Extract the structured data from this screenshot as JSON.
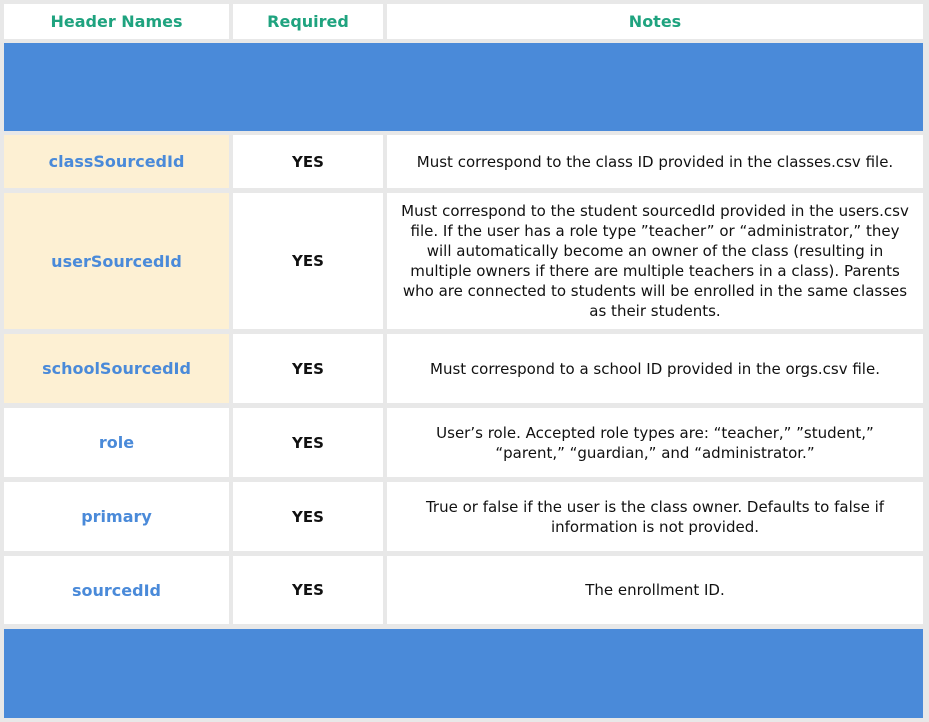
{
  "header": {
    "col_name": "Header Names",
    "col_required": "Required",
    "col_notes": "Notes"
  },
  "rows": [
    {
      "name": "classSourcedId",
      "required": "YES",
      "notes": "Must correspond to the class ID provided in the classes.csv file."
    },
    {
      "name": "userSourcedId",
      "required": "YES",
      "notes": "Must correspond to the student sourcedId provided in the users.csv file. If the user has a role type ”teacher” or “administrator,” they will automatically become an owner of the class (resulting in multiple owners if there are multiple teachers in a class). Parents who are connected to students will be enrolled in the same classes as their students."
    },
    {
      "name": "schoolSourcedId",
      "required": "YES",
      "notes": "Must correspond to a school ID provided in the orgs.csv file."
    },
    {
      "name": "role",
      "required": "YES",
      "notes": "User’s role. Accepted role types are: “teacher,” ”student,” “parent,” “guardian,” and “administrator.”"
    },
    {
      "name": "primary",
      "required": "YES",
      "notes": "True or false if the user is the class owner. Defaults to false if information is not provided."
    },
    {
      "name": "sourcedId",
      "required": "YES",
      "notes": "The enrollment ID."
    }
  ],
  "colors": {
    "header_text": "#1fa37f",
    "name_text": "#4a8ad9",
    "band": "#4a8ad9",
    "highlight": "#fdf0d3"
  }
}
